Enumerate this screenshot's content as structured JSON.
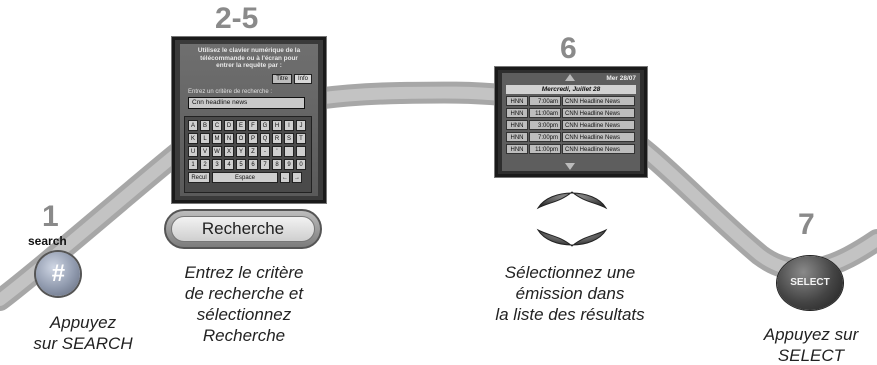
{
  "steps": [
    {
      "number": "1",
      "key_word": "search",
      "key_symbol": "#",
      "caption": [
        "Appuyez",
        "sur SEARCH"
      ]
    },
    {
      "number": "2-5",
      "screen": {
        "instructions": [
          "Utilisez le clavier numérique de la",
          "télécommande ou à l'écran pour",
          "entrer la requête par :"
        ],
        "tabs": [
          "Titre",
          "Info"
        ],
        "criterion_label": "Entrez un critère de recherche :",
        "query_value": "Cnn headline news",
        "keypad_rows": [
          [
            "A",
            "B",
            "C",
            "D",
            "E",
            "F",
            "G",
            "H",
            "I",
            "J"
          ],
          [
            "K",
            "L",
            "M",
            "N",
            "O",
            "P",
            "Q",
            "R",
            "S",
            "T"
          ],
          [
            "U",
            "V",
            "W",
            "X",
            "Y",
            "Z",
            "-",
            "'",
            "",
            ""
          ],
          [
            "1",
            "2",
            "3",
            "4",
            "5",
            "6",
            "7",
            "8",
            "9",
            "0"
          ]
        ],
        "keypad_bottom": {
          "back": "Recul",
          "space": "Espace",
          "left": "←",
          "right": "→"
        }
      },
      "button_label": "Recherche",
      "caption": [
        "Entrez le critère",
        "de recherche et",
        "sélectionnez",
        "Recherche"
      ]
    },
    {
      "number": "6",
      "screen": {
        "top_date": "Mer 28/07",
        "date_header": "Mercredi, Juillet 28",
        "results": [
          {
            "channel": "HNN",
            "time": "7:00am",
            "title": "CNN Headline News"
          },
          {
            "channel": "HNN",
            "time": "11:00am",
            "title": "CNN Headline News"
          },
          {
            "channel": "HNN",
            "time": "3:00pm",
            "title": "CNN Headline News"
          },
          {
            "channel": "HNN",
            "time": "7:00pm",
            "title": "CNN Headline News"
          },
          {
            "channel": "HNN",
            "time": "11:00pm",
            "title": "CNN Headline News"
          }
        ]
      },
      "caption": [
        "Sélectionnez une",
        "émission dans",
        "la liste des résultats"
      ]
    },
    {
      "number": "7",
      "button_label": "SELECT",
      "caption": [
        "Appuyez sur",
        "SELECT"
      ]
    }
  ]
}
